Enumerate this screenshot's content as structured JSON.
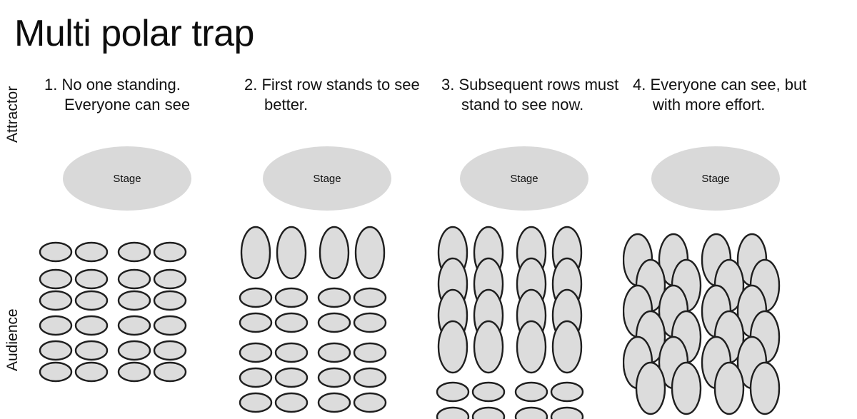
{
  "title": "Multi polar trap",
  "axis": {
    "top_label": "Attractor",
    "bottom_label": "Audience"
  },
  "stage_label": "Stage",
  "colors": {
    "stage_fill": "#d9d9d9",
    "seat_fill": "#dcdcdc",
    "seat_stroke": "#1f1f1f",
    "background": "#ffffff",
    "text": "#111111"
  },
  "panels": [
    {
      "number": "1.",
      "caption": "1. No one standing. Everyone can see",
      "standing_rows": 0,
      "sitting_rows": 6
    },
    {
      "number": "2.",
      "caption": "2. First row stands to see better.",
      "standing_rows": 1,
      "sitting_rows": 5
    },
    {
      "number": "3.",
      "caption": "3. Subsequent rows must stand to see now.",
      "standing_rows": 4,
      "sitting_rows": 2
    },
    {
      "number": "4.",
      "caption": "4. Everyone can see, but with more effort.",
      "standing_rows": 6,
      "sitting_rows": 0
    }
  ],
  "seat_geometry": {
    "columns": 4,
    "rows": 6,
    "sitting_rx": 22,
    "sitting_ry": 13,
    "standing_rx": 20,
    "standing_ry": 36,
    "column_x": [
      30,
      80,
      140,
      190
    ],
    "sitting_row_y": [
      14,
      52,
      82,
      117,
      152,
      182
    ],
    "aisle_after_column": 2,
    "aisle_after_row": 3
  }
}
